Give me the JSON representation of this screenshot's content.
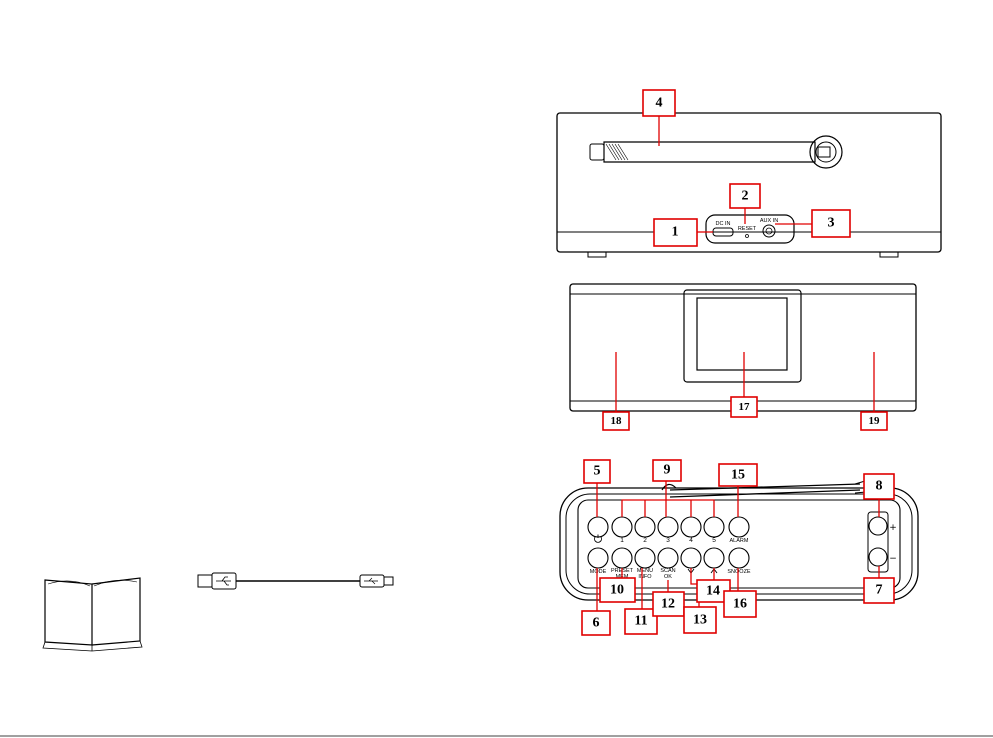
{
  "callouts": {
    "c1": "1",
    "c2": "2",
    "c3": "3",
    "c4": "4",
    "c5": "5",
    "c6": "6",
    "c7": "7",
    "c8": "8",
    "c9": "9",
    "c10": "10",
    "c11": "11",
    "c12": "12",
    "c13": "13",
    "c14": "14",
    "c15": "15",
    "c16": "16",
    "c17": "17",
    "c18": "18",
    "c19": "19"
  },
  "rear_panel": {
    "dc_in": "DC IN",
    "reset": "RESET",
    "aux_in": "AUX IN"
  },
  "top_panel": {
    "preset_1": "1",
    "preset_2": "2",
    "preset_3": "3",
    "preset_4": "4",
    "preset_5": "5",
    "alarm": "ALARM",
    "mode": "MODE",
    "preset_line1": "PRESET",
    "preset_line2": "MEM",
    "menu_line1": "MENU",
    "menu_line2": "INFO",
    "scan_line1": "SCAN",
    "scan_line2": "OK",
    "snooze": "SNOOZE",
    "vol_plus": "+",
    "vol_minus": "−"
  },
  "colors": {
    "callout_border": "#e00000",
    "line": "#000000"
  },
  "icons": [
    "power-icon",
    "usb-icon",
    "chevron-down-icon",
    "chevron-up-icon",
    "manual-icon"
  ]
}
